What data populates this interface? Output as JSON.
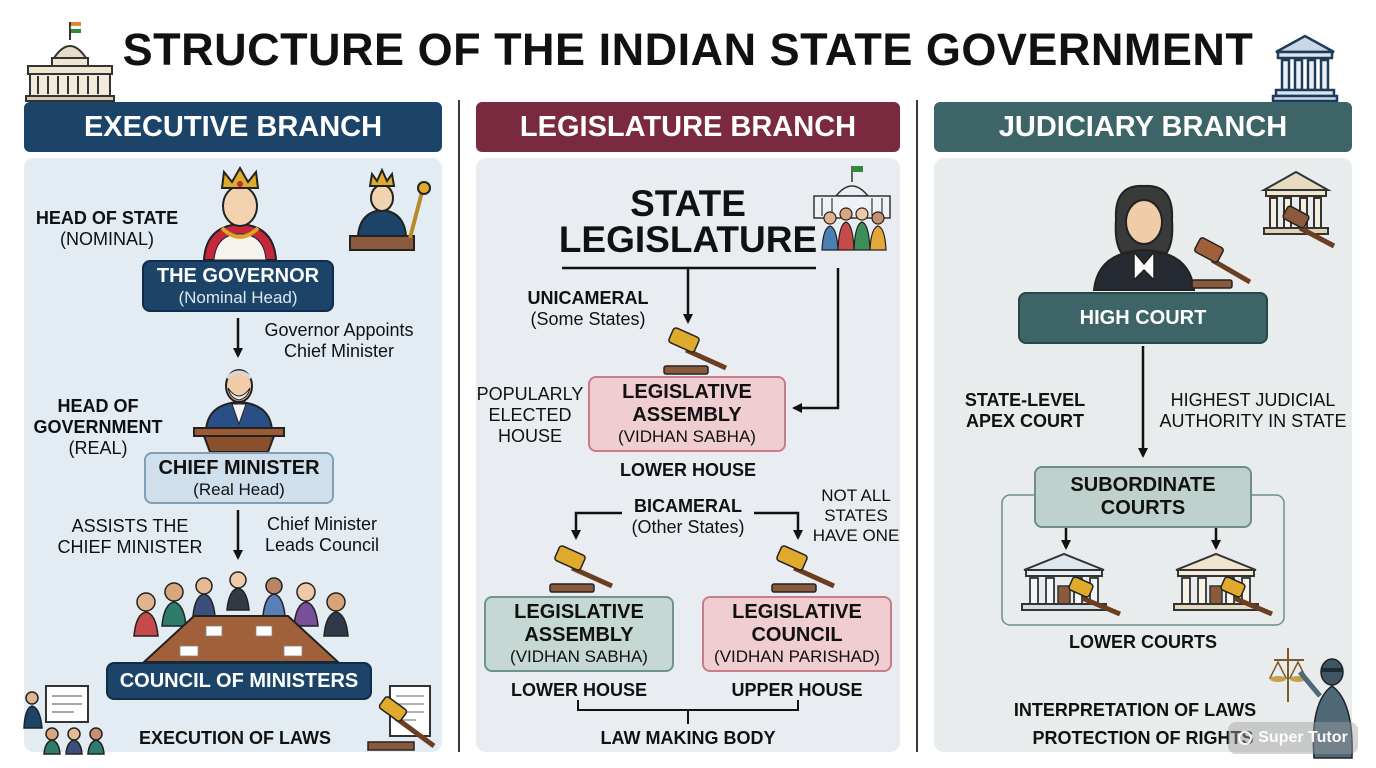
{
  "title": "STRUCTURE OF THE INDIAN STATE GOVERNMENT",
  "colors": {
    "executive": "#1b4468",
    "legislature": "#7a2a3e",
    "judiciary": "#3d6567",
    "panel_exec": "#e3ecf3",
    "panel_leg": "#e9edf2",
    "panel_jud": "#e8ecec"
  },
  "executive": {
    "header": "EXECUTIVE BRANCH",
    "head_of_state": {
      "line1": "HEAD OF STATE",
      "line2": "(NOMINAL)"
    },
    "governor": {
      "title": "THE GOVERNOR",
      "sub": "(Nominal Head)"
    },
    "governor_appoints": {
      "line1": "Governor Appoints",
      "line2": "Chief Minister"
    },
    "head_of_government": {
      "line1": "HEAD OF",
      "line2": "GOVERNMENT",
      "line3": "(REAL)"
    },
    "chief_minister": {
      "title": "CHIEF MINISTER",
      "sub": "(Real Head)"
    },
    "assists": {
      "line1": "ASSISTS THE",
      "line2": "CHIEF MINISTER"
    },
    "cm_leads": {
      "line1": "Chief Minister",
      "line2": "Leads Council"
    },
    "council": "COUNCIL OF MINISTERS",
    "execution": "EXECUTION OF LAWS"
  },
  "legislature": {
    "header": "LEGISLATURE BRANCH",
    "state_legislature": {
      "line1": "STATE",
      "line2": "LEGISLATURE"
    },
    "unicameral": {
      "line1": "UNICAMERAL",
      "line2": "(Some States)"
    },
    "popularly": {
      "line1": "POPULARLY",
      "line2": "ELECTED",
      "line3": "HOUSE"
    },
    "assembly_top": {
      "line1": "LEGISLATIVE",
      "line2": "ASSEMBLY",
      "sub": "(VIDHAN SABHA)"
    },
    "lower_house_top": "LOWER HOUSE",
    "bicameral": {
      "line1": "BICAMERAL",
      "line2": "(Other States)"
    },
    "not_all": {
      "line1": "NOT ALL",
      "line2": "STATES",
      "line3": "HAVE ONE"
    },
    "assembly_left": {
      "line1": "LEGISLATIVE",
      "line2": "ASSEMBLY",
      "sub": "(VIDHAN SABHA)"
    },
    "council_right": {
      "line1": "LEGISLATIVE",
      "line2": "COUNCIL",
      "sub": "(VIDHAN PARISHAD)"
    },
    "lower_house": "LOWER HOUSE",
    "upper_house": "UPPER HOUSE",
    "law_making": "LAW MAKING BODY"
  },
  "judiciary": {
    "header": "JUDICIARY BRANCH",
    "high_court": "HIGH COURT",
    "state_level": {
      "line1": "STATE-LEVEL",
      "line2": "APEX COURT"
    },
    "highest": {
      "line1": "HIGHEST JUDICIAL",
      "line2": "AUTHORITY IN STATE"
    },
    "subordinate": {
      "line1": "SUBORDINATE",
      "line2": "COURTS"
    },
    "lower_courts": "LOWER COURTS",
    "interpretation": "INTERPRETATION OF LAWS",
    "protection": "PROTECTION OF RIGHTS",
    "watermark": "Super Tutor"
  }
}
